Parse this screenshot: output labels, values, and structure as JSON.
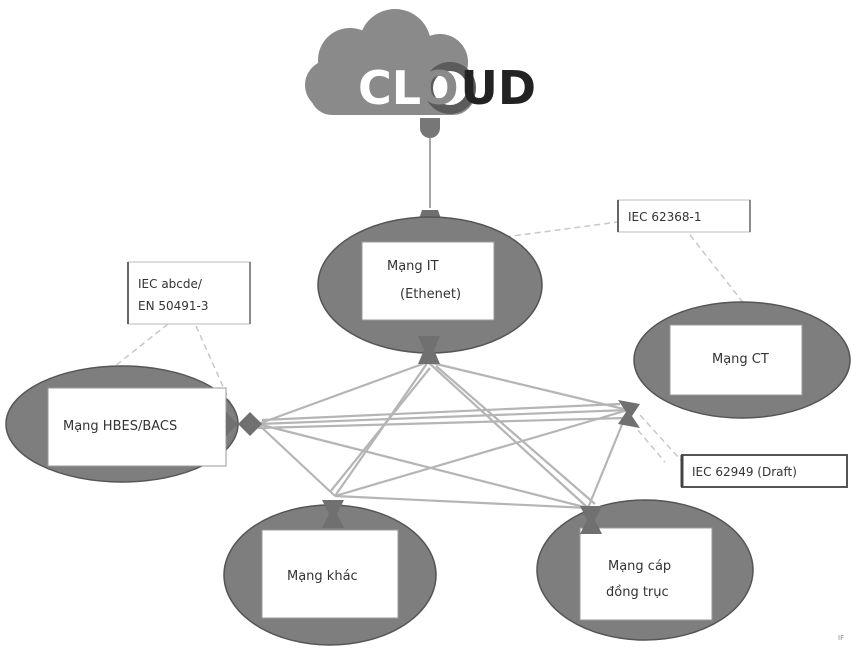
{
  "cloud": {
    "letters": [
      {
        "char": "C",
        "color": "#ffffff"
      },
      {
        "char": "L",
        "color": "#ffffff"
      },
      {
        "char": "O",
        "color": "#ffffff"
      },
      {
        "char": "U",
        "color": "#222222"
      },
      {
        "char": "D",
        "color": "#222222"
      }
    ],
    "cloud_color": "#8a8a8a",
    "o_ring_color": "#5b5b5b"
  },
  "nodes": {
    "it": {
      "line1": "Mạng IT",
      "line2": "(Ethenet)"
    },
    "ct": {
      "line1": "Mạng CT"
    },
    "hbes": {
      "line1": "Mạng HBES/BACS"
    },
    "khac": {
      "line1": "Mạng khác"
    },
    "cap": {
      "line1": "Mạng cáp",
      "line2": "đồng trục"
    }
  },
  "callouts": {
    "iec_62368": {
      "line1": "IEC 62368-1"
    },
    "iec_abcde": {
      "line1": "IEC abcde/",
      "line2": "EN 50491-3"
    },
    "iec_62949": {
      "line1": "IEC 62949 (Draft)"
    }
  },
  "footnote": "IF",
  "colors": {
    "ellipse_fill": "#7e7e7e",
    "ellipse_stroke": "#555555",
    "box_fill": "#ffffff",
    "mesh_line": "#b5b5b5",
    "dashed_line": "#c8c8c8",
    "connector": "#707070"
  }
}
